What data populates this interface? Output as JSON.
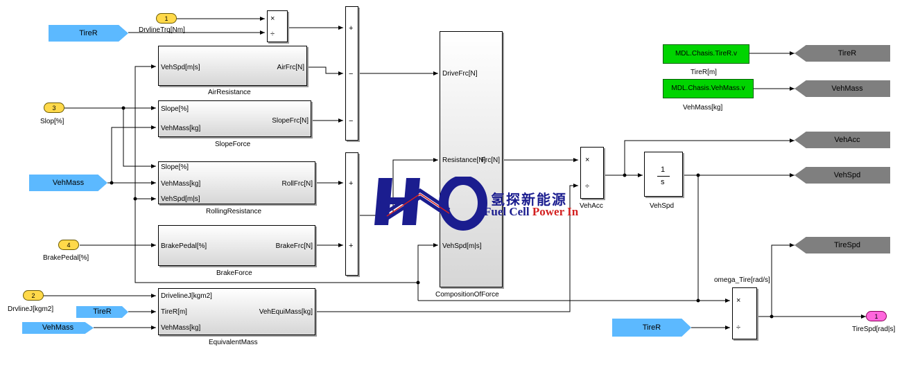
{
  "colors": {
    "inport": "#ffd94a",
    "outport": "#ff66dd",
    "from_tag": "#5cb9ff",
    "goto_tag": "#7f7f7f",
    "constant": "#00d400",
    "logo_blue": "#1b1d8f",
    "logo_red": "#d32020"
  },
  "inports": [
    {
      "num": "1",
      "label": "DrvlineTrq[Nm]"
    },
    {
      "num": "3",
      "label": "Slop[%]"
    },
    {
      "num": "4",
      "label": "BrakePedal[%]"
    },
    {
      "num": "2",
      "label": "DrvlineJ[kgm2]"
    }
  ],
  "outport": {
    "num": "1",
    "label": "TireSpd[rad|s]"
  },
  "from_tags": {
    "tirer_1": "TireR",
    "vehmass_1": "VehMass",
    "tirer_2": "TireR",
    "vehmass_2": "VehMass",
    "tirer_3": "TireR"
  },
  "goto_tags": {
    "tirer": "TireR",
    "vehmass": "VehMass",
    "vehacc": "VehAcc",
    "vehspd": "VehSpd",
    "tirespd": "TireSpd"
  },
  "constants": [
    {
      "value": "MDL.Chasis.TireR.v",
      "label": "TireR[m]"
    },
    {
      "value": "MDL.Chasis.VehMass.v",
      "label": "VehMass[kg]"
    }
  ],
  "blocks": {
    "air": {
      "name": "AirResistance",
      "in": [
        "VehSpd[m|s]"
      ],
      "out": "AirFrc[N]"
    },
    "slope": {
      "name": "SlopeForce",
      "in": [
        "Slope[%]",
        "VehMass[kg]"
      ],
      "out": "SlopeFrc[N]"
    },
    "roll": {
      "name": "RollingResistance",
      "in": [
        "Slope[%]",
        "VehMass[kg]",
        "VehSpd[m|s]"
      ],
      "out": "RollFrc[N]"
    },
    "brake": {
      "name": "BrakeForce",
      "in": [
        "BrakePedal[%]"
      ],
      "out": "BrakeFrc[N]"
    },
    "equiv": {
      "name": "EquivalentMass",
      "in": [
        "DrivelineJ[kgm2]",
        "TireR[m]",
        "VehMass[kg]"
      ],
      "out": "VehEquiMass[kg]"
    },
    "comp": {
      "name": "CompositionOfForce",
      "in": [
        "DriveFrc[N]",
        "Resistance[N]",
        "VehSpd[m|s]"
      ],
      "out": "Frc[N]"
    },
    "integ": {
      "name": "VehSpd",
      "num": "1",
      "den": "s"
    },
    "vehacc": {
      "name": "VehAcc"
    },
    "omega_label": "omega_Tire[rad/s]"
  },
  "symbols": {
    "times": "×",
    "divide": "÷",
    "plus": "+",
    "minus": "−"
  },
  "logo": {
    "chinese": "氢探新能源",
    "english_a": "Fuel Cell ",
    "english_b": "Power In"
  }
}
